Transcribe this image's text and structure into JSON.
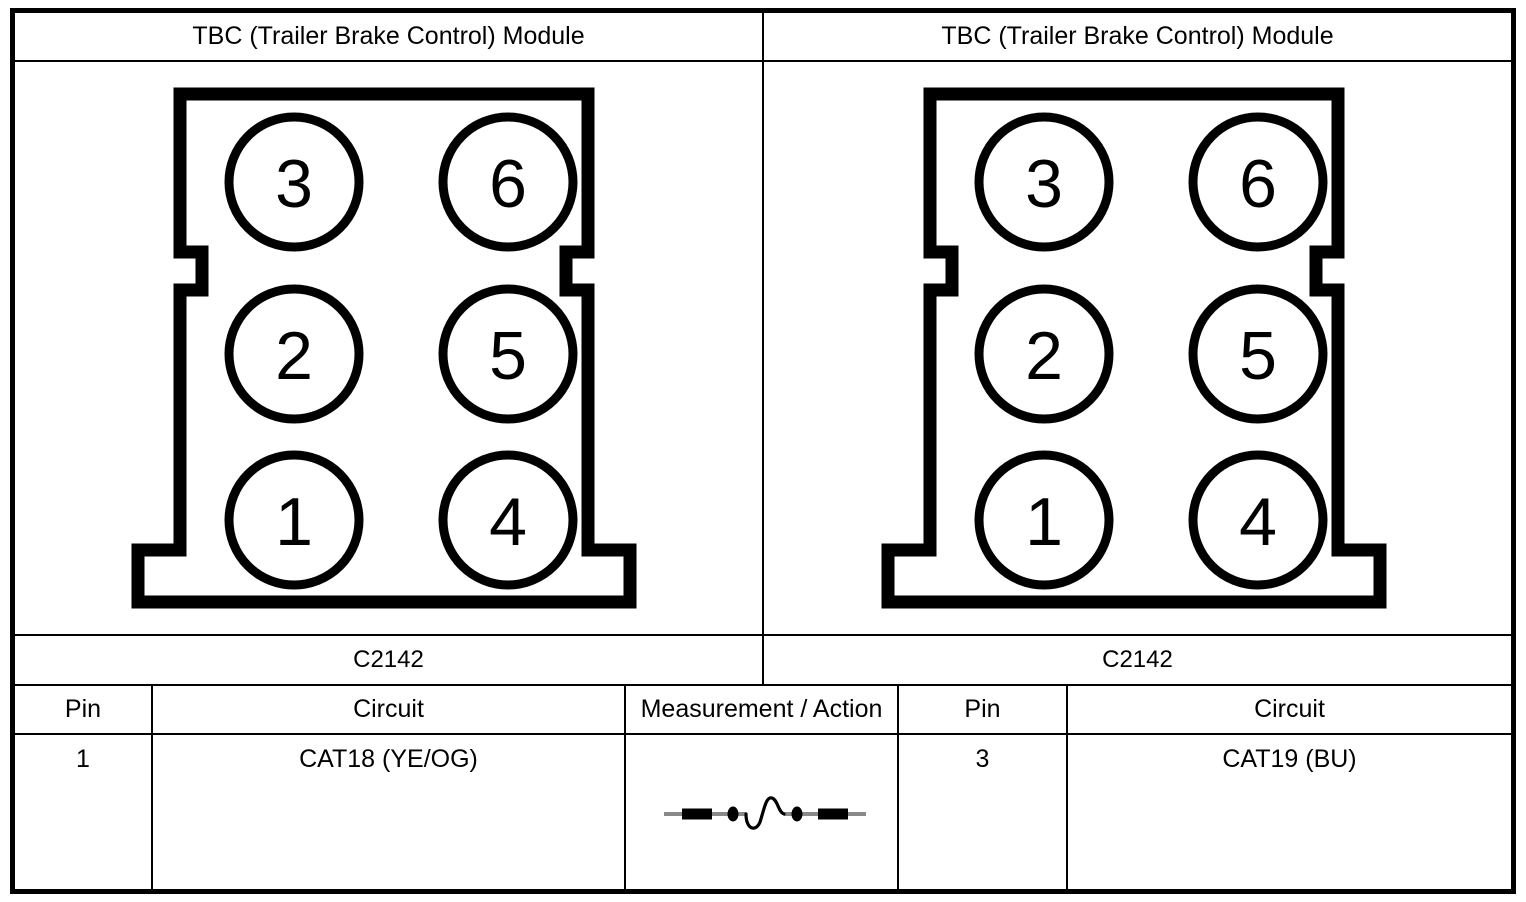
{
  "document": {
    "type": "connector-pinout-test-diagram",
    "panels": [
      {
        "title": "TBC (Trailer Brake Control) Module",
        "connector_id": "C2142",
        "connector": {
          "name": "6-way-connector",
          "pin_layout": {
            "columns": 2,
            "rows": 3,
            "left_column_top_to_bottom": [
              "3",
              "2",
              "1"
            ],
            "right_column_top_to_bottom": [
              "6",
              "5",
              "4"
            ]
          },
          "pins": [
            "1",
            "2",
            "3",
            "4",
            "5",
            "6"
          ]
        },
        "table": {
          "headers": [
            "Pin",
            "Circuit"
          ],
          "rows": [
            {
              "pin": "1",
              "circuit": "CAT18 (YE/OG)"
            }
          ]
        }
      },
      {
        "title": "TBC (Trailer Brake Control) Module",
        "connector_id": "C2142",
        "connector": {
          "name": "6-way-connector",
          "pin_layout": {
            "columns": 2,
            "rows": 3,
            "left_column_top_to_bottom": [
              "3",
              "2",
              "1"
            ],
            "right_column_top_to_bottom": [
              "6",
              "5",
              "4"
            ]
          },
          "pins": [
            "1",
            "2",
            "3",
            "4",
            "5",
            "6"
          ]
        },
        "table": {
          "headers": [
            "Pin",
            "Circuit"
          ],
          "rows": [
            {
              "pin": "3",
              "circuit": "CAT19 (BU)"
            }
          ]
        }
      }
    ],
    "measurement_column": {
      "header": "Measurement / Action",
      "symbol": {
        "name": "resistance-measurement-symbol",
        "description": "multimeter lead across wire with resistance squiggle"
      },
      "value": ""
    },
    "colors": {
      "ink": "#000000",
      "paper": "#ffffff",
      "lead_gray": "#8a8a8a"
    }
  }
}
